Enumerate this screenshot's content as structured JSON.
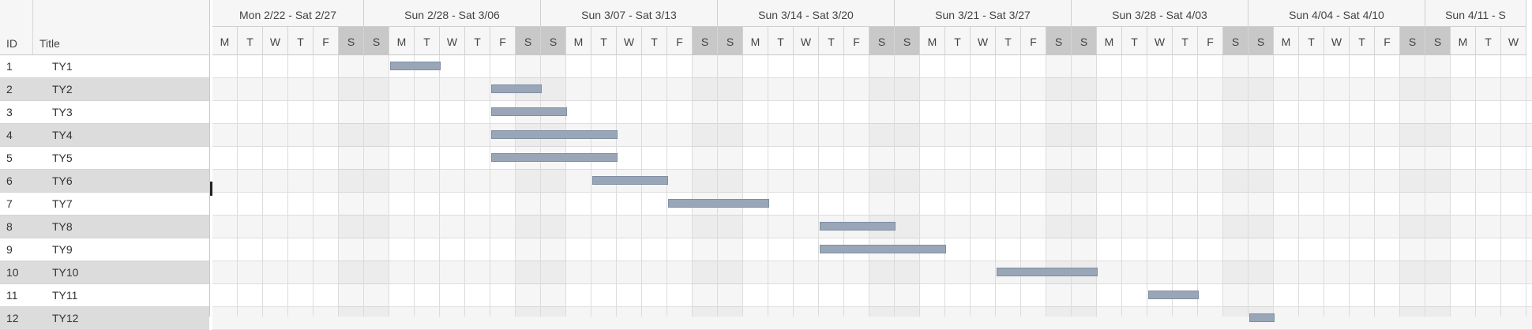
{
  "grid": {
    "headers": {
      "id": "ID",
      "title": "Title"
    },
    "rows": [
      {
        "id": "1",
        "title": "TY1"
      },
      {
        "id": "2",
        "title": "TY2"
      },
      {
        "id": "3",
        "title": "TY3"
      },
      {
        "id": "4",
        "title": "TY4"
      },
      {
        "id": "5",
        "title": "TY5"
      },
      {
        "id": "6",
        "title": "TY6"
      },
      {
        "id": "7",
        "title": "TY7"
      },
      {
        "id": "8",
        "title": "TY8"
      },
      {
        "id": "9",
        "title": "TY9"
      },
      {
        "id": "10",
        "title": "TY10"
      },
      {
        "id": "11",
        "title": "TY11"
      },
      {
        "id": "12",
        "title": "TY12"
      }
    ]
  },
  "timeline": {
    "weeks": [
      "Mon 2/22 - Sat 2/27",
      "Sun 2/28 - Sat 3/06",
      "Sun 3/07 - Sat 3/13",
      "Sun 3/14 - Sat 3/20",
      "Sun 3/21 - Sat 3/27",
      "Sun 3/28 - Sat 4/03",
      "Sun 4/04 - Sat 4/10",
      "Sun 4/11 - S"
    ],
    "first_week_days": [
      "M",
      "T",
      "W",
      "T",
      "F",
      "S"
    ],
    "full_week_days": [
      "S",
      "M",
      "T",
      "W",
      "T",
      "F",
      "S"
    ],
    "last_week_days": [
      "S",
      "M",
      "T",
      "W"
    ],
    "colors": {
      "weekend_header": "#c8c8c8",
      "bar_fill": "#98a6b8",
      "bar_border": "#7f8ea3"
    }
  },
  "tasks": [
    {
      "title": "TY1",
      "start": "2021-03-01",
      "end": "2021-03-03"
    },
    {
      "title": "TY2",
      "start": "2021-03-05",
      "end": "2021-03-07"
    },
    {
      "title": "TY3",
      "start": "2021-03-05",
      "end": "2021-03-08"
    },
    {
      "title": "TY4",
      "start": "2021-03-05",
      "end": "2021-03-10"
    },
    {
      "title": "TY5",
      "start": "2021-03-05",
      "end": "2021-03-10"
    },
    {
      "title": "TY6",
      "start": "2021-03-09",
      "end": "2021-03-12"
    },
    {
      "title": "TY7",
      "start": "2021-03-12",
      "end": "2021-03-16"
    },
    {
      "title": "TY8",
      "start": "2021-03-18",
      "end": "2021-03-21"
    },
    {
      "title": "TY9",
      "start": "2021-03-18",
      "end": "2021-03-23"
    },
    {
      "title": "TY10",
      "start": "2021-03-25",
      "end": "2021-03-29"
    },
    {
      "title": "TY11",
      "start": "2021-03-31",
      "end": "2021-04-02"
    },
    {
      "title": "TY12",
      "start": "2021-04-04",
      "end": "2021-04-05"
    }
  ]
}
